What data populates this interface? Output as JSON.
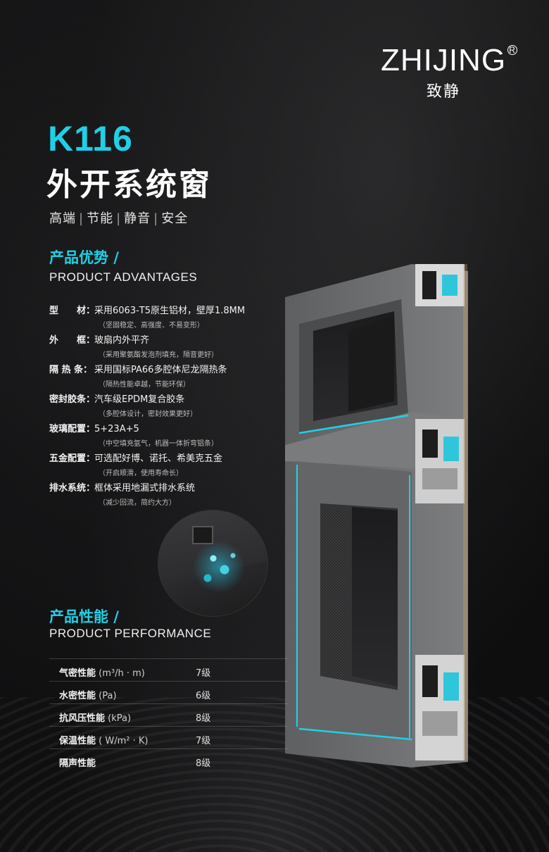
{
  "brand": {
    "name_en": "ZHIJING",
    "registered": "R",
    "name_cn": "致静"
  },
  "product": {
    "model": "K116",
    "title": "外开系统窗",
    "tags": [
      "高端",
      "节能",
      "静音",
      "安全"
    ],
    "tag_separator": "|"
  },
  "advantages": {
    "heading_cn": "产品优势 /",
    "heading_en": "PRODUCT ADVANTAGES",
    "items": [
      {
        "label": "型　　材：",
        "text": "采用6063-T5原生铝材，壁厚1.8MM",
        "note": "（坚固稳定、高强度、不易变形）"
      },
      {
        "label": "外　　框：",
        "text": "玻扇内外平齐",
        "note": "（采用聚氨酯发泡剂填充，隔音更好）"
      },
      {
        "label": "隔 热 条：",
        "text": "采用国标PA66多腔体尼龙隔热条",
        "note": "（隔热性能卓越，节能环保）"
      },
      {
        "label": "密封胶条：",
        "text": "汽车级EPDM复合胶条",
        "note": "（多腔体设计，密封效果更好）"
      },
      {
        "label": "玻璃配置：",
        "text": "5+23A+5",
        "note": "（中空填充氩气，机器一体折弯铝条）"
      },
      {
        "label": "五金配置：",
        "text": "可选配好博、诺托、希美克五金",
        "note": "（开启顺滑，使用寿命长）"
      },
      {
        "label": "排水系统：",
        "text": "框体采用地漏式排水系统",
        "note": "（减少回流，简约大方）"
      }
    ]
  },
  "performance": {
    "heading_cn": "产品性能 /",
    "heading_en": "PRODUCT PERFORMANCE",
    "rows": [
      {
        "name": "气密性能",
        "unit": " (m³/h · m)",
        "value": "7级"
      },
      {
        "name": "水密性能",
        "unit": " (Pa)",
        "value": "6级"
      },
      {
        "name": "抗风压性能",
        "unit": " (kPa)",
        "value": "8级"
      },
      {
        "name": "保温性能",
        "unit": " ( W/m² · K)",
        "value": "7级"
      },
      {
        "name": "隔声性能",
        "unit": "",
        "value": "8级"
      }
    ]
  },
  "colors": {
    "accent": "#1fd0e6",
    "background": "#0b0b0c",
    "profile": "#6e6f71"
  },
  "icons": {
    "inset": "drain-splash-icon",
    "illustration": "window-cross-section-icon"
  }
}
